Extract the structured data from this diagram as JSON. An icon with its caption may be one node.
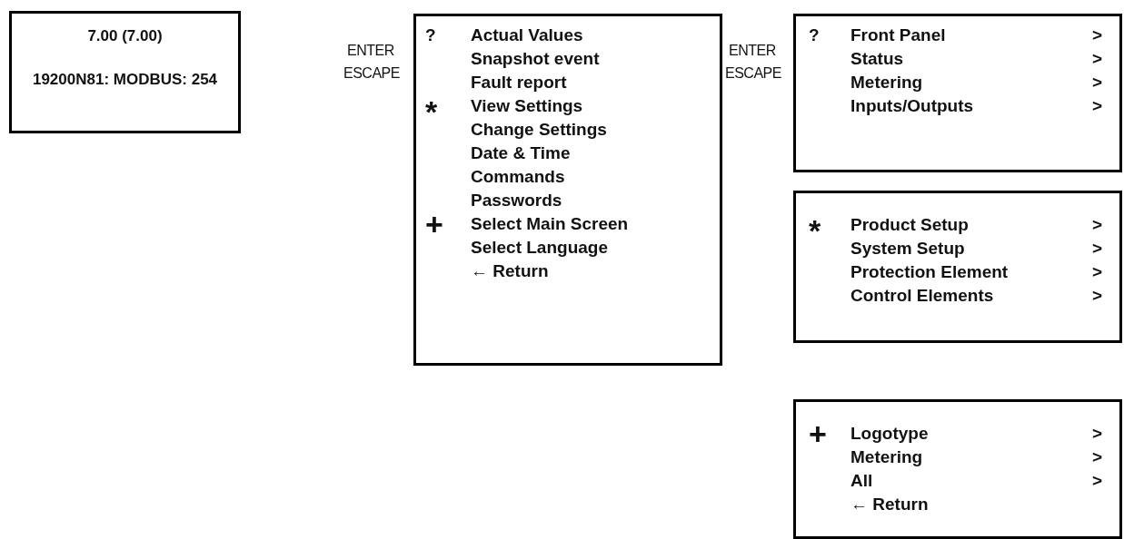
{
  "diagram": {
    "nodes": [
      {
        "text": [
          "7.00 (7.00)",
          "19200N81: MODBUS: 254"
        ]
      },
      {
        "text": [
          "?",
          "Actual Values",
          "Snapshot event",
          "Fault report",
          "*",
          "View Settings",
          "Change Settings",
          "Date & Time",
          "Commands",
          "Passwords",
          "+",
          "Select Main Screen",
          "Select Language",
          "← Return"
        ]
      },
      {
        "text": [
          "?",
          "Front Panel",
          ">",
          "Status",
          ">",
          "Metering",
          ">",
          "Inputs/Outputs",
          ">"
        ]
      },
      {
        "text": [
          "*",
          "Product Setup",
          ">",
          "System Setup",
          ">",
          "Protection Element",
          ">",
          "Control Elements",
          ">"
        ]
      },
      {
        "text": [
          "+",
          "Logotype",
          ">",
          "Metering",
          ">",
          "All",
          ">",
          "← Return"
        ]
      }
    ],
    "labels": [
      "ENTER",
      "ESCAPE",
      "ENTER",
      "ESCAPE"
    ]
  }
}
